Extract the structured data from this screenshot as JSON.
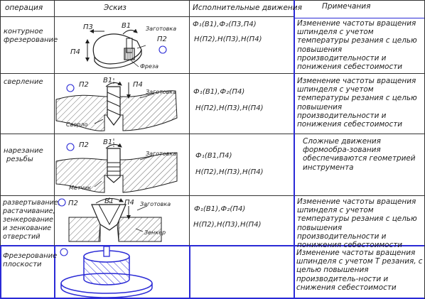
{
  "header": {
    "operation": "операция",
    "sketch": "Эскиз",
    "movements": "Исполнительные движения",
    "notes": "Примечания"
  },
  "rows": [
    {
      "operation": [
        "контурное",
        "фрезерование"
      ],
      "movements": [
        "Ф₁(В1),Ф₂(П3,П4)",
        "Н(П2),Н(П3),Н(П4)"
      ],
      "note": "Изменение частоты вращения шпинделя с учетом температуры резания с целью повышения производительности и понижения себестоимости",
      "sketch_labels": {
        "p3": "П3",
        "b1": "В1",
        "blank": "Заготовка",
        "p2": "П2",
        "p4": "П4",
        "tool": "Фреза"
      }
    },
    {
      "operation": [
        "сверление"
      ],
      "movements": [
        "Ф₁(В1),Ф₂(П4)",
        "Н(П2),Н(П3),Н(П4)"
      ],
      "note": "Изменение частоты вращения шпинделя с учетом температуры резания с целью повышения производительности и понижения себестоимости",
      "sketch_labels": {
        "p2": "П2",
        "b1": "В1",
        "p4": "П4",
        "blank": "Заготовка",
        "tool": "Сверло"
      }
    },
    {
      "operation": [
        "нарезание",
        "резьбы"
      ],
      "movements": [
        "Ф₁(В1,П4)",
        "Н(П2),Н(П3),Н(П4)"
      ],
      "note": "Сложные движения формообра-зования обеспечиваются геометрией инструмента",
      "sketch_labels": {
        "p2": "П2",
        "b1": "В1",
        "blank": "Заготовка",
        "tool": "Метчик"
      }
    },
    {
      "operation": [
        "развертывание,",
        "растачивание,",
        "зенкерование",
        "и зенкование",
        "отверстий"
      ],
      "movements": [
        "Ф₁(В1),Ф₂(П4)",
        "Н(П2),Н(П3),Н(П4)"
      ],
      "note": "Изменение частоты вращения шпинделя с учетом температуры резания с целью повышения производительности и понижения себестоимости",
      "sketch_labels": {
        "p2": "П2",
        "b1": "В1",
        "p4": "П4",
        "blank": "Заготовка",
        "tool": "Зенкер"
      }
    },
    {
      "operation": [
        "Фрезерование",
        "плоскости"
      ],
      "movements": [
        "",
        ""
      ],
      "note": "Изменение частоты вращения шпинделя с учетом Т резания, с целью повышения производитель-ности и снижения себестоимости"
    }
  ],
  "colors": {
    "blue": "#2a2ad6",
    "ink": "#1e1e1e",
    "hatch": "#444444"
  }
}
